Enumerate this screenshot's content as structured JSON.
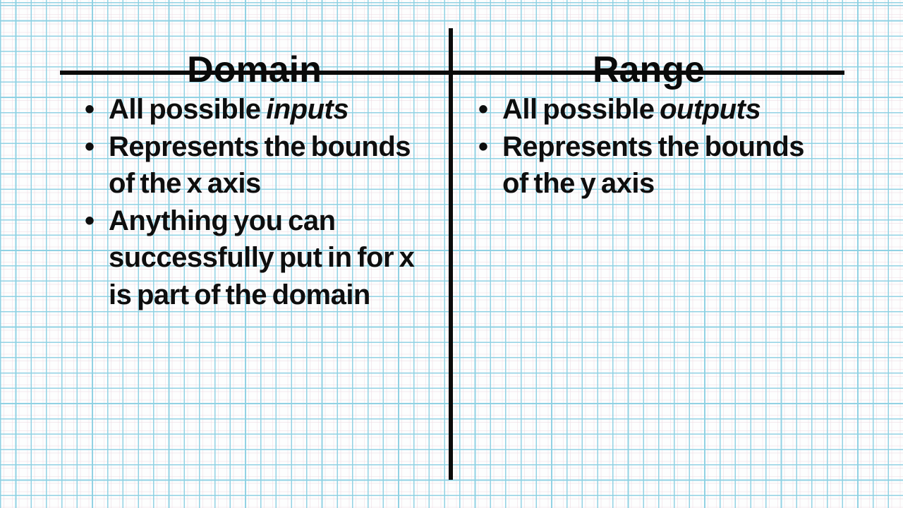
{
  "slide": {
    "bullet_char": "•",
    "columns": [
      {
        "title": "Domain",
        "bullets": [
          {
            "lead": "All possible ",
            "emphasis": "inputs"
          },
          {
            "text": "Represents the bounds of the x axis"
          },
          {
            "text": "Anything you can successfully put in for x is part of the domain"
          }
        ]
      },
      {
        "title": "Range",
        "bullets": [
          {
            "lead": "All possible ",
            "emphasis": "outputs"
          },
          {
            "text": "Represents the bounds of the y axis"
          }
        ]
      }
    ],
    "style": {
      "grid_line_color": "#8cd0e2",
      "faint_grid_line_color": "#ecd8e0",
      "rule_color": "#0a0a0a",
      "text_color": "#0e0e0e",
      "background": "#fdfefe"
    }
  }
}
